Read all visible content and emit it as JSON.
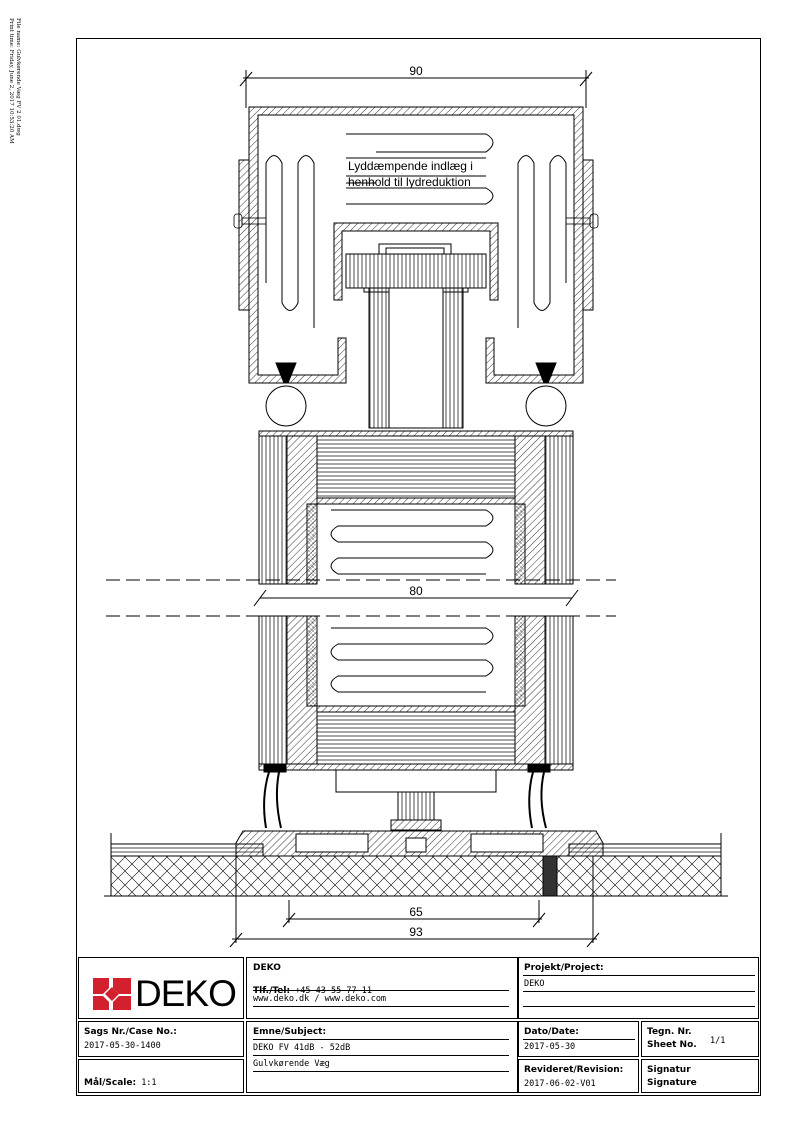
{
  "print_info": {
    "print_time": "Print time: Friday, June 2, 2017 10:53:20 AM",
    "file_name": "File name: Gulvkørende Væg FV 2 01.dwg"
  },
  "drawing": {
    "annotation": [
      "Lyddæmpende indlæg i",
      "henhold til lydreduktion"
    ],
    "dimensions": {
      "top_width": "90",
      "middle_width": "80",
      "inner_bottom": "65",
      "outer_bottom": "93"
    }
  },
  "title_block": {
    "company": {
      "logo_text": "DEKO",
      "name": "DEKO",
      "phone_label": "Tlf./Tel:",
      "phone": "+45 43 55 77 11",
      "web": "www.deko.dk / www.deko.com"
    },
    "project": {
      "label": "Projekt/Project:",
      "value": "DEKO"
    },
    "case": {
      "label": "Sags Nr./Case No.:",
      "value": "2017-05-30-1400"
    },
    "subject": {
      "label": "Emne/Subject:",
      "line1": "DEKO FV 41dB - 52dB",
      "line2": "Gulvkørende Væg"
    },
    "date": {
      "label": "Dato/Date:",
      "value": "2017-05-30"
    },
    "sheet": {
      "label1": "Tegn. Nr.",
      "label2": "Sheet No.",
      "value": "1/1"
    },
    "scale": {
      "label": "Mål/Scale:",
      "value": "1:1"
    },
    "revision": {
      "label": "Revideret/Revision:",
      "value": "2017-06-02-V01"
    },
    "signature": {
      "label1": "Signatur",
      "label2": "Signature"
    }
  },
  "colors": {
    "logo_red": "#d3202e",
    "line": "#000000"
  }
}
